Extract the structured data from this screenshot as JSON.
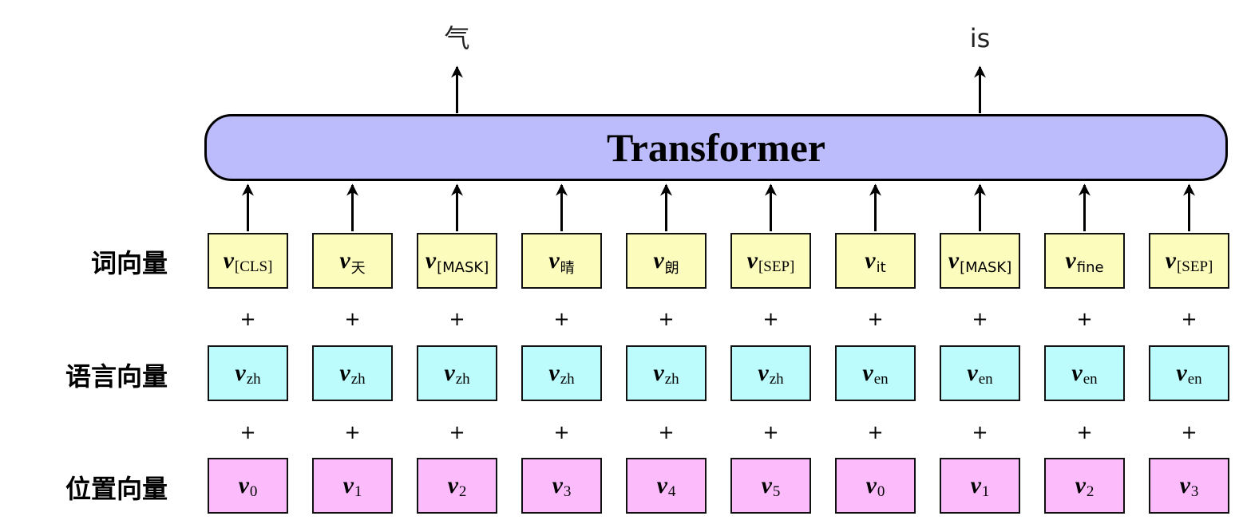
{
  "outputs": [
    {
      "text": "气",
      "column": 2
    },
    {
      "text": "is",
      "column": 7
    }
  ],
  "transformer": {
    "label": "Transformer"
  },
  "rows": [
    {
      "label": "词向量",
      "style": "word",
      "symbol": "v",
      "subs": [
        "[CLS]",
        "天",
        "[MASK]",
        "晴",
        "朗",
        "[SEP]",
        "it",
        "[MASK]",
        "fine",
        "[SEP]"
      ],
      "sans": [
        false,
        true,
        true,
        true,
        true,
        false,
        true,
        true,
        true,
        false
      ]
    },
    {
      "label": "语言向量",
      "style": "lang",
      "symbol": "v",
      "subs": [
        "zh",
        "zh",
        "zh",
        "zh",
        "zh",
        "zh",
        "en",
        "en",
        "en",
        "en"
      ],
      "sans": [
        false,
        false,
        false,
        false,
        false,
        false,
        false,
        false,
        false,
        false
      ]
    },
    {
      "label": "位置向量",
      "style": "pos",
      "symbol": "v",
      "subs": [
        "0",
        "1",
        "2",
        "3",
        "4",
        "5",
        "0",
        "1",
        "2",
        "3"
      ],
      "sans": [
        false,
        false,
        false,
        false,
        false,
        false,
        false,
        false,
        false,
        false
      ]
    }
  ],
  "plus_symbol": "+",
  "colors": {
    "transformer": "#bcbcfc",
    "word": "#fcfcbc",
    "lang": "#bcfcfc",
    "pos": "#fcbcfc"
  }
}
